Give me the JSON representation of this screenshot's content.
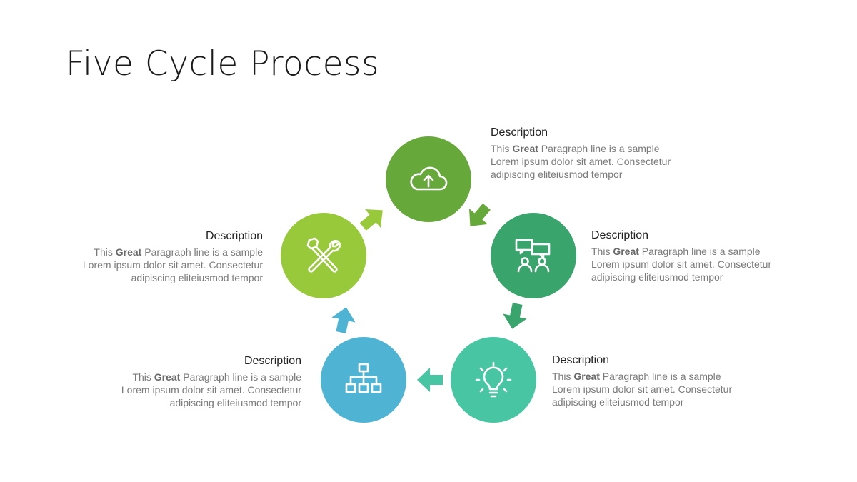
{
  "title": "Five Cycle Process",
  "colors": {
    "upload": "#66a83a",
    "chat": "#3aa46d",
    "idea": "#48c5a2",
    "network": "#4fb3d3",
    "tools": "#98c93b"
  },
  "steps": [
    {
      "id": "upload",
      "icon": "cloud-upload-icon",
      "heading": "Description",
      "line1_pre": "This ",
      "line1_bold": "Great",
      "line1_post": " Paragraph line is a sample",
      "line2": "Lorem ipsum dolor sit amet. Consectetur",
      "line3": "adipiscing eliteiusmod tempor"
    },
    {
      "id": "chat",
      "icon": "team-chat-icon",
      "heading": "Description",
      "line1_pre": "This ",
      "line1_bold": "Great",
      "line1_post": " Paragraph line is a sample",
      "line2": "Lorem ipsum dolor sit amet. Consectetur",
      "line3": "adipiscing eliteiusmod tempor"
    },
    {
      "id": "idea",
      "icon": "lightbulb-icon",
      "heading": "Description",
      "line1_pre": "This ",
      "line1_bold": "Great",
      "line1_post": " Paragraph line is a sample",
      "line2": "Lorem ipsum dolor sit amet. Consectetur",
      "line3": "adipiscing eliteiusmod tempor"
    },
    {
      "id": "network",
      "icon": "hierarchy-icon",
      "heading": "Description",
      "line1_pre": "This ",
      "line1_bold": "Great",
      "line1_post": " Paragraph line is a sample",
      "line2": "Lorem ipsum dolor sit amet. Consectetur",
      "line3": "adipiscing eliteiusmod tempor"
    },
    {
      "id": "tools",
      "icon": "tools-icon",
      "heading": "Description",
      "line1_pre": "This ",
      "line1_bold": "Great",
      "line1_post": " Paragraph line is a sample",
      "line2": "Lorem ipsum dolor sit amet. Consectetur",
      "line3": "adipiscing eliteiusmod tempor"
    }
  ]
}
